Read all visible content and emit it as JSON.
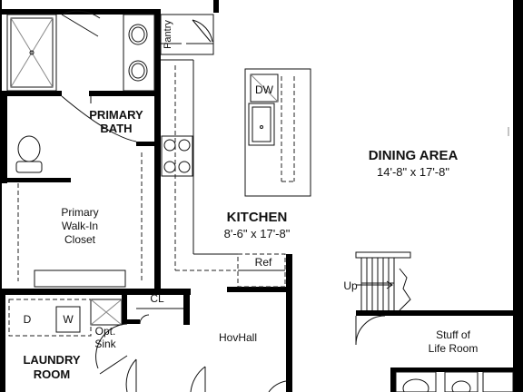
{
  "rooms": {
    "pantry": "Pantry",
    "primary_bath": [
      "PRIMARY",
      "BATH"
    ],
    "walk_in_closet": [
      "Primary",
      "Walk-In",
      "Closet"
    ],
    "kitchen": {
      "name": "KITCHEN",
      "size": "8'-6\" x 17'-8\""
    },
    "dining_area": {
      "name": "DINING AREA",
      "size": "14'-8\" x 17'-8\""
    },
    "laundry_room": [
      "LAUNDRY",
      "ROOM"
    ],
    "hovhall": "HovHall",
    "stuff_of_life_room": [
      "Stuff of",
      "Life Room"
    ],
    "closet": "CL"
  },
  "fixtures": {
    "dishwasher": "DW",
    "refrigerator": "Ref",
    "dryer": "D",
    "washer": "W",
    "optional_sink": [
      "Opt.",
      "Sink"
    ],
    "stairs_up": "Up"
  }
}
